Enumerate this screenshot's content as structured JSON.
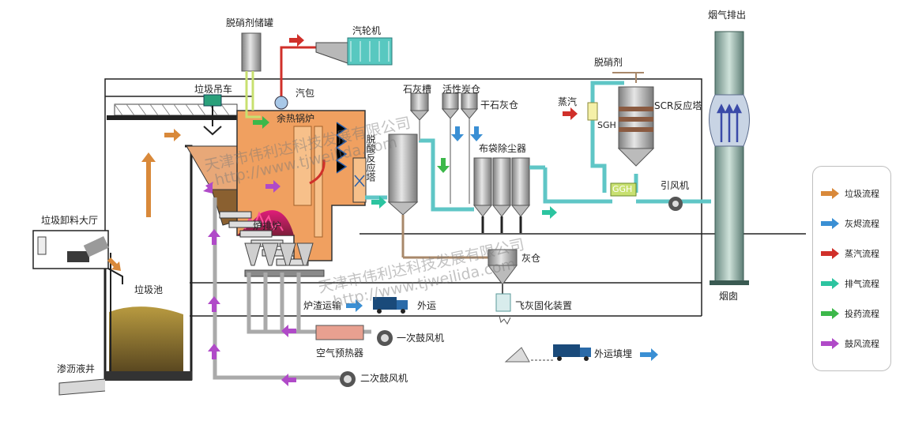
{
  "labels": {
    "denitration_tank": "脱硝剂储罐",
    "turbine": "汽轮机",
    "crane": "垃圾吊车",
    "drum": "汽包",
    "boiler": "余热锅炉",
    "deacid_tower": "脱酸反应塔",
    "lime_tank": "石灰槽",
    "activated_carbon": "活性炭仓",
    "dry_lime": "干石灰仓",
    "steam": "蒸汽",
    "denitration_agent": "脱硝剂",
    "scr": "SCR反应塔",
    "sgh": "SGH",
    "ggh": "GGH",
    "bag_filter": "布袋除尘器",
    "id_fan": "引风机",
    "flue_exit": "烟气排出",
    "chimney": "烟囱",
    "unloading_hall": "垃圾卸料大厅",
    "waste_pit": "垃圾池",
    "leachate_well": "渗沥液井",
    "grate": "炉排炉",
    "slag_transport": "炉渣运输",
    "export": "外运",
    "ash_silo": "灰仓",
    "fly_ash_unit": "飞灰固化装置",
    "landfill": "外运填埋",
    "air_preheater": "空气预热器",
    "primary_fan": "一次鼓风机",
    "secondary_fan": "二次鼓风机"
  },
  "watermarks": [
    "天津市伟利达科技发展有限公司",
    "http://www.tjweilida.com",
    "天津市伟利达科技发展有限公司",
    "http://www.tjweilida.com"
  ],
  "legend": {
    "items": [
      {
        "label": "垃圾流程",
        "color": "#d9893a"
      },
      {
        "label": "灰烬流程",
        "color": "#3a8fd4"
      },
      {
        "label": "蒸汽流程",
        "color": "#d0302a"
      },
      {
        "label": "排气流程",
        "color": "#2cc4a0"
      },
      {
        "label": "投药流程",
        "color": "#3cb84a"
      },
      {
        "label": "鼓风流程",
        "color": "#b04ac8"
      }
    ]
  },
  "colors": {
    "boiler": "#f0a060",
    "pipe": "#5fc6c6",
    "equipment": "#a8a8a8",
    "frame": "#222222"
  }
}
